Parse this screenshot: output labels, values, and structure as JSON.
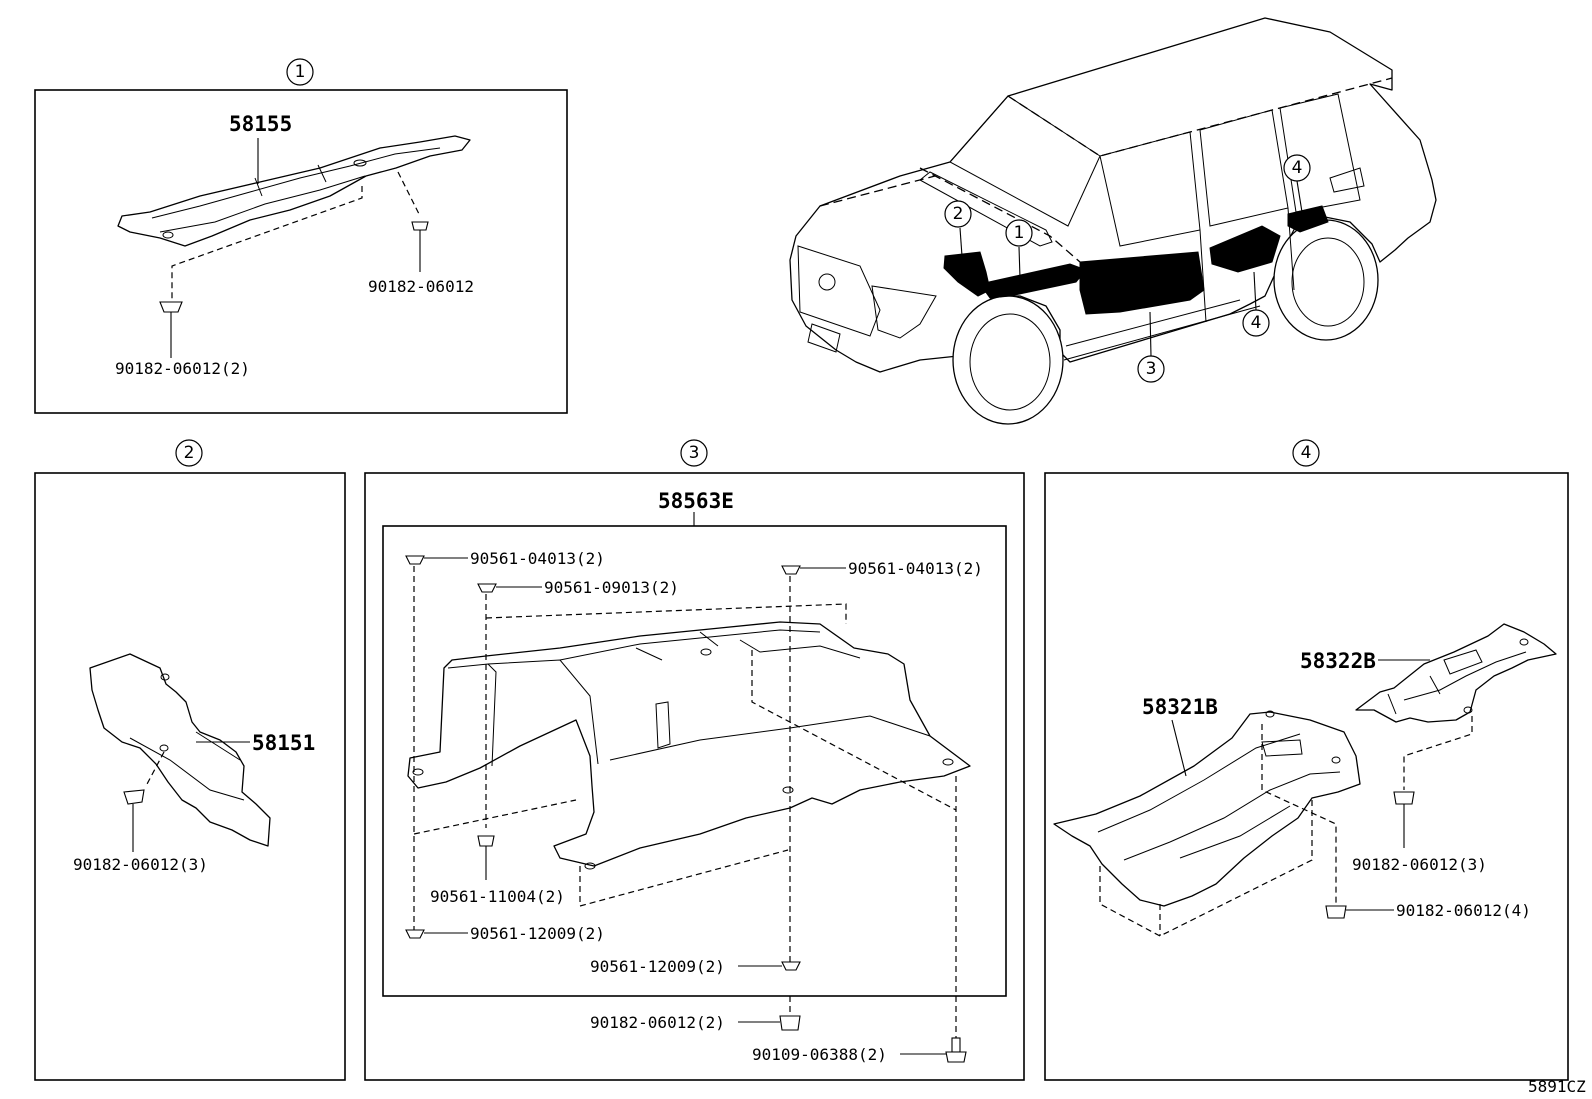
{
  "callouts": {
    "c1": "1",
    "c2": "2",
    "c3": "3",
    "c4": "4"
  },
  "section1": {
    "part_main": "58155",
    "fastener_right": "90182-06012",
    "fastener_left": "90182-06012(2)"
  },
  "section2": {
    "part_main": "58151",
    "fastener": "90182-06012(3)"
  },
  "section3": {
    "part_main": "58563E",
    "f_top_left": "90561-04013(2)",
    "f_top_mid": "90561-09013(2)",
    "f_top_right": "90561-04013(2)",
    "f_mid_left": "90561-11004(2)",
    "f_bottom_left": "90561-12009(2)",
    "f_bottom_mid": "90561-12009(2)",
    "f_outer_1": "90182-06012(2)",
    "f_outer_2": "90109-06388(2)"
  },
  "section4": {
    "part_a": "58321B",
    "part_b": "58322B",
    "fastener_a": "90182-06012(3)",
    "fastener_b": "90182-06012(4)"
  },
  "footer": {
    "diagram_code": "5891CZ"
  }
}
